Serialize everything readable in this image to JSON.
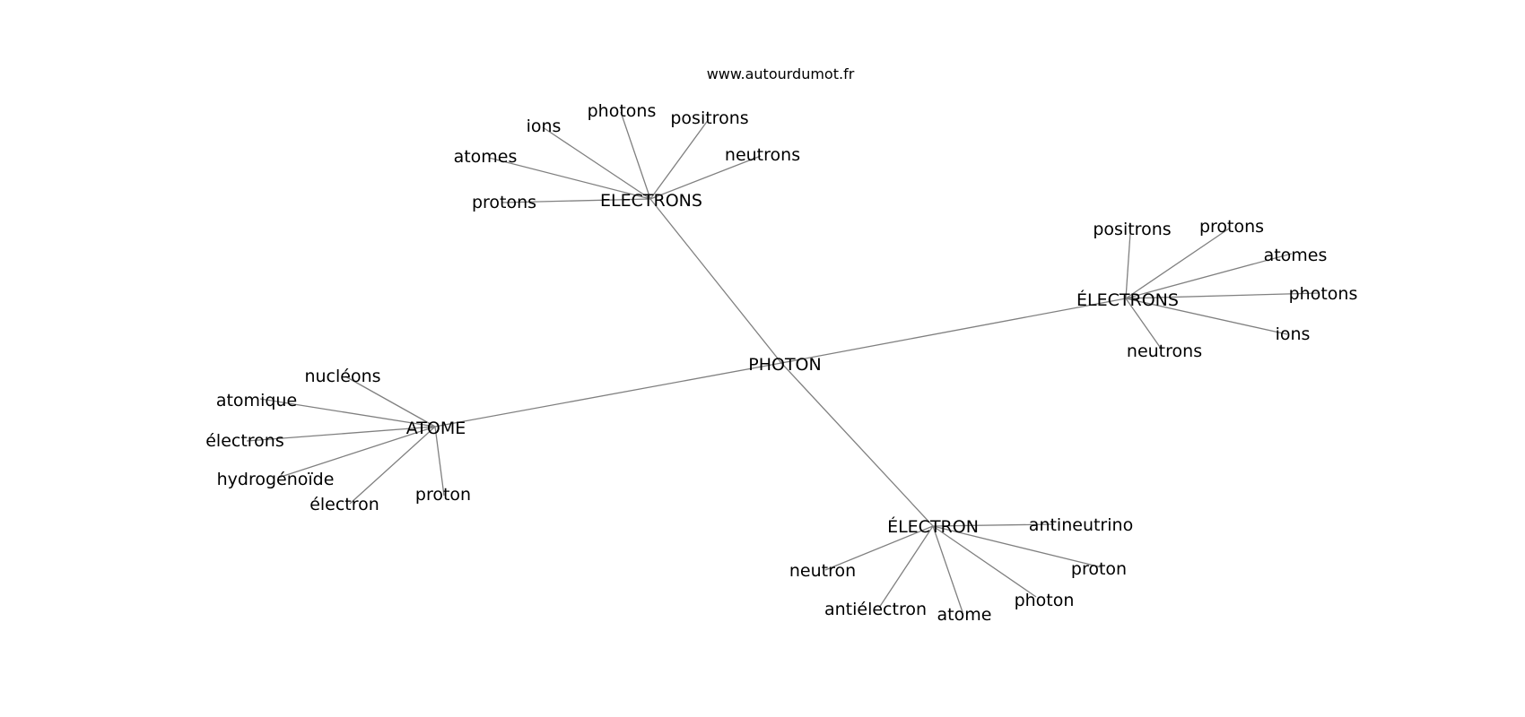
{
  "site": "www.autourdumot.fr",
  "center": "PHOTON",
  "clusters": [
    {
      "hub": "ELECTRONS",
      "words": [
        "photons",
        "ions",
        "positrons",
        "atomes",
        "neutrons",
        "protons"
      ]
    },
    {
      "hub": "ÉLECTRONS",
      "words": [
        "positrons",
        "protons",
        "atomes",
        "photons",
        "ions",
        "neutrons"
      ]
    },
    {
      "hub": "ATOME",
      "words": [
        "nucléons",
        "atomique",
        "électrons",
        "hydrogénoïde",
        "électron",
        "proton"
      ]
    },
    {
      "hub": "ÉLECTRON",
      "words": [
        "antineutrino",
        "neutron",
        "proton",
        "photon",
        "antiélectron",
        "atome"
      ]
    }
  ]
}
